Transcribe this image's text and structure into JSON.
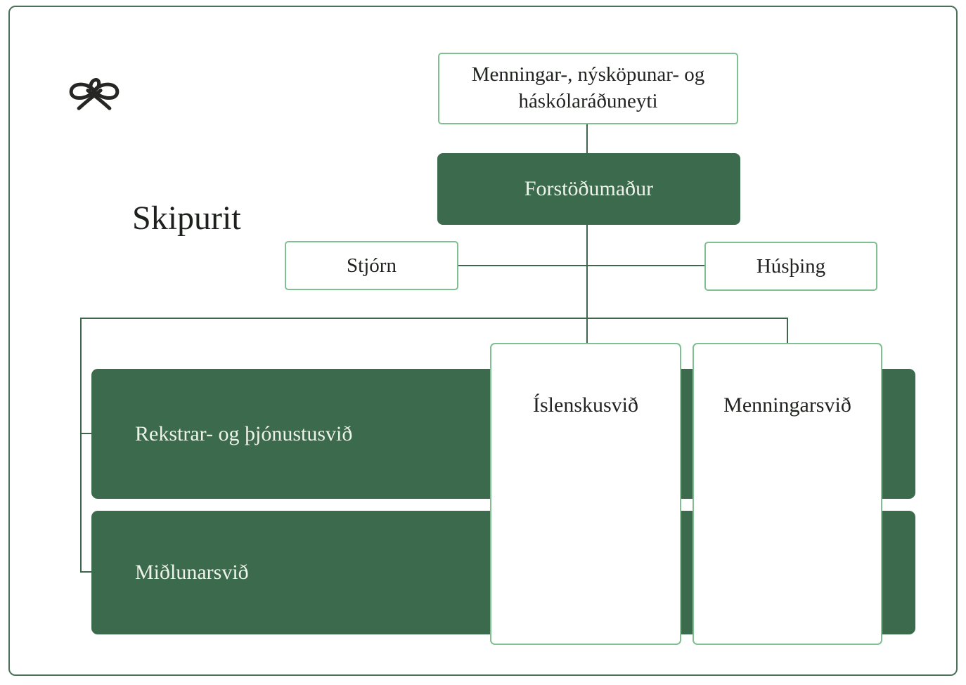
{
  "header": {
    "title": "Skipurit",
    "logo_icon": "knot-logo"
  },
  "org": {
    "ministry": {
      "label": "Menningar-, nýsköpunar- og háskólaráðuneyti"
    },
    "director": {
      "label": "Forstöðumaður"
    },
    "advisors": [
      {
        "label": "Stjórn"
      },
      {
        "label": "Húsþing"
      }
    ],
    "horizontal_divisions": [
      {
        "label": "Rekstrar- og þjónustusvið"
      },
      {
        "label": "Miðlunarsvið"
      }
    ],
    "vertical_divisions": [
      {
        "label": "Íslenskusvið"
      },
      {
        "label": "Menningarsvið"
      }
    ]
  },
  "colors": {
    "dark_green_fill": "#3c6a4d",
    "light_green_border": "#80bf90",
    "connector_line": "#3f664d",
    "outer_border": "#4d7058",
    "cream_text": "#eef3e9",
    "dark_text": "#20231f",
    "background": "#ffffff"
  }
}
